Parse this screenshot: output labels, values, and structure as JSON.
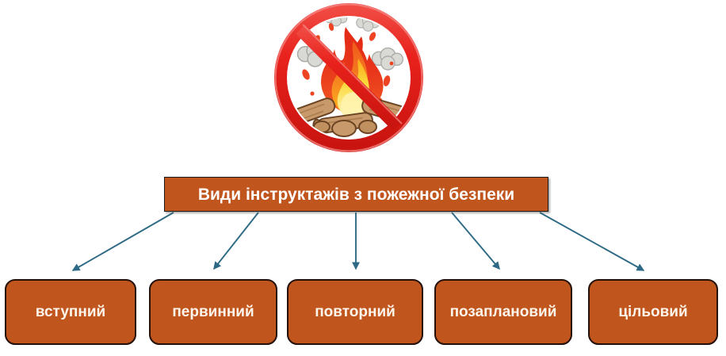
{
  "diagram": {
    "title": "Види інструктажів з пожежної безпеки",
    "nodes": [
      {
        "label": "вступний"
      },
      {
        "label": "первинний"
      },
      {
        "label": "повторний"
      },
      {
        "label": "позаплановий"
      },
      {
        "label": "цільовий"
      }
    ],
    "colors": {
      "box_fill": "#C0561E",
      "box_border": "#231008",
      "box_text": "#FFF6EC",
      "connector": "#2E6A85",
      "sign_red": "#E8211C",
      "flame_outer": "#E8361C",
      "flame_mid": "#F57B20",
      "flame_core": "#FBD838",
      "log_fill": "#C89A6B",
      "smoke": "#D9D9D6",
      "background": "#FFFFFF"
    },
    "image": {
      "name": "no-open-fire-sign",
      "description": "Заборонено розведення вогню"
    }
  }
}
